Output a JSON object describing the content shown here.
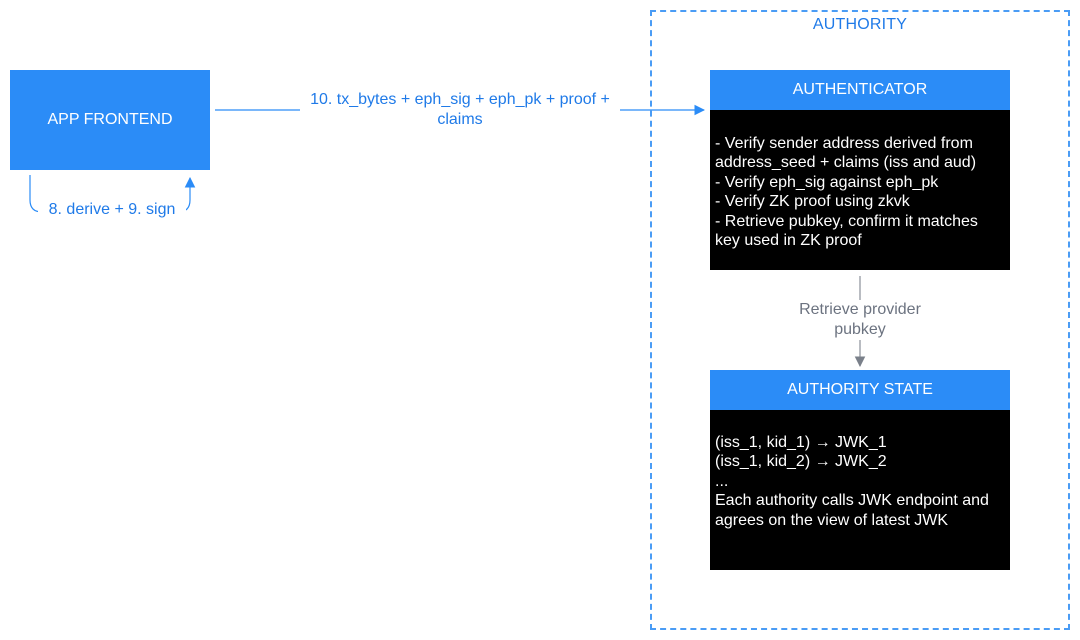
{
  "authority": {
    "label": "AUTHORITY"
  },
  "app_frontend": {
    "label": "APP FRONTEND"
  },
  "authenticator": {
    "title": "AUTHENTICATOR",
    "lines": [
      "- Verify sender address derived from",
      "address_seed + claims (iss and aud)",
      "- Verify eph_sig against eph_pk",
      "- Verify ZK proof using zkvk",
      "- Retrieve pubkey, confirm it matches",
      "key used in ZK proof"
    ]
  },
  "authority_state": {
    "title": "AUTHORITY STATE",
    "lines": [
      "(iss_1, kid_1) → JWK_1",
      "(iss_1, kid_2) → JWK_2",
      "...",
      "Each authority calls JWK endpoint and",
      "agrees on the view of latest JWK"
    ]
  },
  "edges": {
    "tx_label_line1": "10. tx_bytes + eph_sig + eph_pk + proof +",
    "tx_label_line2": "claims",
    "derive_sign_label": "8. derive + 9. sign",
    "retrieve_line1": "Retrieve provider",
    "retrieve_line2": "pubkey"
  },
  "colors": {
    "accent_blue": "#2b8cf7",
    "label_blue": "#1f7ae8",
    "dashed_border": "#4a9cf5",
    "panel_black": "#000000",
    "gray_connector": "#8a8f98"
  }
}
